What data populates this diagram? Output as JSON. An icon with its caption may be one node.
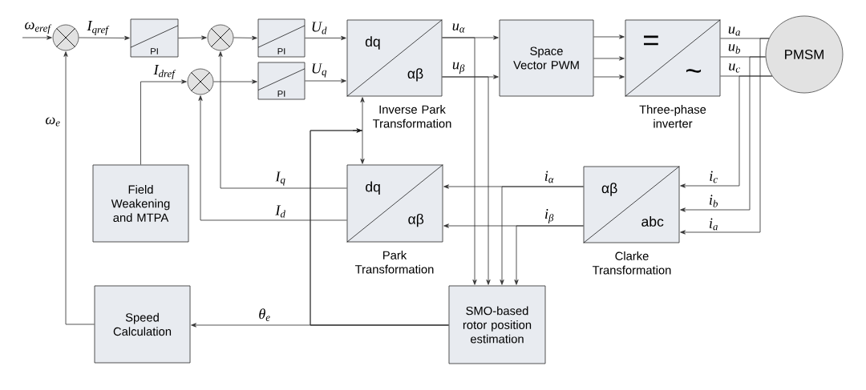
{
  "diagram": {
    "nodes": [
      {
        "text": [],
        "shape": "circle"
      },
      {
        "text": [
          "PI"
        ]
      },
      {
        "text": [],
        "shape": "circle"
      },
      {
        "text": [
          "PI"
        ]
      },
      {
        "text": [],
        "shape": "circle"
      },
      {
        "text": [
          "PI"
        ]
      },
      {
        "text": [
          "dq",
          "αβ"
        ],
        "beside": [
          "Inverse Park Transformation"
        ]
      },
      {
        "text": [
          "Space Vector PWM"
        ]
      },
      {
        "text": [
          "=",
          "~"
        ],
        "beside": [
          "Three-phase inverter"
        ]
      },
      {
        "text": [
          "PMSM"
        ]
      },
      {
        "text": [
          "Field Weakening and MTPA"
        ]
      },
      {
        "text": [
          "dq",
          "αβ"
        ],
        "beside": [
          "Park Transformation"
        ]
      },
      {
        "text": [
          "αβ",
          "abc"
        ],
        "beside": [
          "Clarke Transformation"
        ]
      },
      {
        "text": [
          "Speed Calculation"
        ]
      },
      {
        "text": [
          "SMO-based rotor position estimation"
        ]
      }
    ],
    "edges": [
      {
        "from": null,
        "to": 0,
        "arrow": "to",
        "label": "ω$_{eref}$"
      },
      {
        "from": 0,
        "to": 1,
        "arrow": "to",
        "label": "I$_{qref}$"
      },
      {
        "from": 1,
        "to": 2,
        "arrow": "to"
      },
      {
        "from": 2,
        "to": 3,
        "arrow": "to"
      },
      {
        "from": 10,
        "to": 4,
        "arrow": "to",
        "label": "I$_{dref}$"
      },
      {
        "from": 4,
        "to": 5,
        "arrow": "to"
      },
      {
        "from": 3,
        "to": 6,
        "arrow": "to",
        "label": "U$_{d}$"
      },
      {
        "from": 5,
        "to": 6,
        "arrow": "to",
        "label": "U$_{q}$"
      },
      {
        "from": 6,
        "to": 7,
        "arrow": "to",
        "label": "u$_{α}$"
      },
      {
        "from": 6,
        "to": 7,
        "arrow": "to",
        "label": "u$_{β}$"
      },
      {
        "from": 7,
        "to": 8,
        "arrow": "to"
      },
      {
        "from": 7,
        "to": 8,
        "arrow": "to"
      },
      {
        "from": 7,
        "to": 8,
        "arrow": "to"
      },
      {
        "from": 8,
        "to": 9,
        "arrow": "none",
        "label": "u$_{a}$"
      },
      {
        "from": 8,
        "to": 9,
        "arrow": "none",
        "label": "u$_{b}$"
      },
      {
        "from": 8,
        "to": 9,
        "arrow": "none",
        "label": "u$_{c}$"
      },
      {
        "from": 9,
        "to": 12,
        "arrow": "to",
        "label": "i$_{c}$"
      },
      {
        "from": 9,
        "to": 12,
        "arrow": "to",
        "label": "i$_{b}$"
      },
      {
        "from": 9,
        "to": 12,
        "arrow": "to",
        "label": "i$_{a}$"
      },
      {
        "from": 12,
        "to": 11,
        "arrow": "to",
        "label": "i$_{α}$"
      },
      {
        "from": 12,
        "to": 11,
        "arrow": "to",
        "label": "i$_{β}$"
      },
      {
        "from": 6,
        "to": 14,
        "arrow": "to"
      },
      {
        "from": 6,
        "to": 14,
        "arrow": "to"
      },
      {
        "from": 12,
        "to": 14,
        "arrow": "to"
      },
      {
        "from": 12,
        "to": 14,
        "arrow": "to"
      },
      {
        "from": 14,
        "to": 13,
        "arrow": "to",
        "label": "θ$_{e}$"
      },
      {
        "from": 14,
        "to": 6,
        "arrow": "to"
      },
      {
        "from": 14,
        "to": 11,
        "arrow": "to"
      },
      {
        "from": 13,
        "to": 0,
        "arrow": "to",
        "label": "ω$_{e}$"
      },
      {
        "from": 11,
        "to": 2,
        "arrow": "to",
        "label": "I$_{q}$"
      },
      {
        "from": 11,
        "to": 4,
        "arrow": "to",
        "label": "I$_{d}$"
      }
    ]
  }
}
